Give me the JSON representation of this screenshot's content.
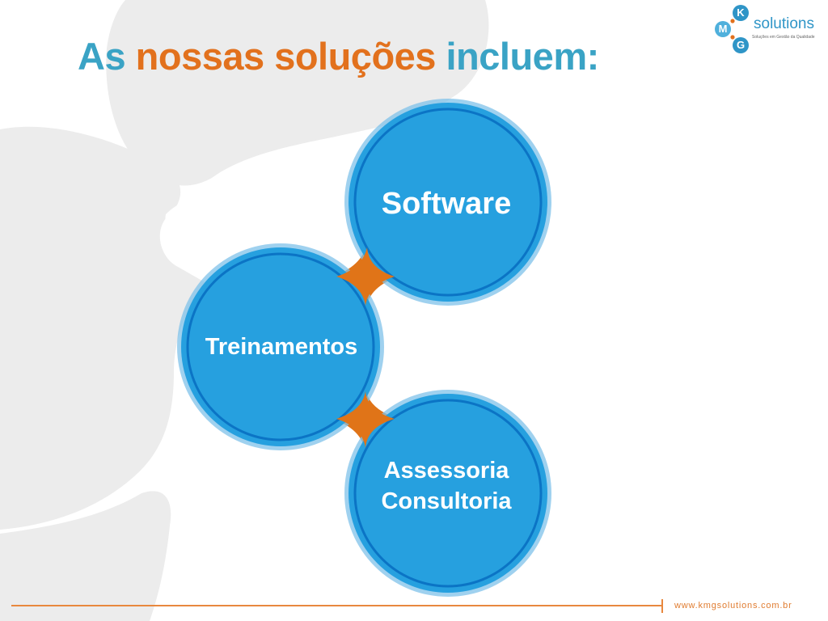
{
  "title": {
    "part1": "As",
    "part2": "nossas soluções",
    "part3": "incluem:"
  },
  "logo": {
    "letter_k": "K",
    "letter_m": "M",
    "letter_g": "G",
    "wordmark": "solutions",
    "tagline": "Soluções em Gestão da Qualidade"
  },
  "diagram": {
    "nodes": [
      {
        "id": "software",
        "label": "Software"
      },
      {
        "id": "treinamentos",
        "label": "Treinamentos"
      },
      {
        "id": "assessoria",
        "label_line1": "Assessoria",
        "label_line2": "Consultoria"
      }
    ]
  },
  "footer": {
    "url": "www.kmgsolutions.com.br"
  },
  "colors": {
    "title_blue": "#3aa3c5",
    "title_orange": "#e2711d",
    "circle_fill": "#26a0df",
    "circle_ring": "#0b74c5",
    "circle_halo": "#7fc1ea",
    "connector_orange": "#e07418",
    "footer_orange": "#e8883e",
    "background_watermark": "#ececec"
  }
}
